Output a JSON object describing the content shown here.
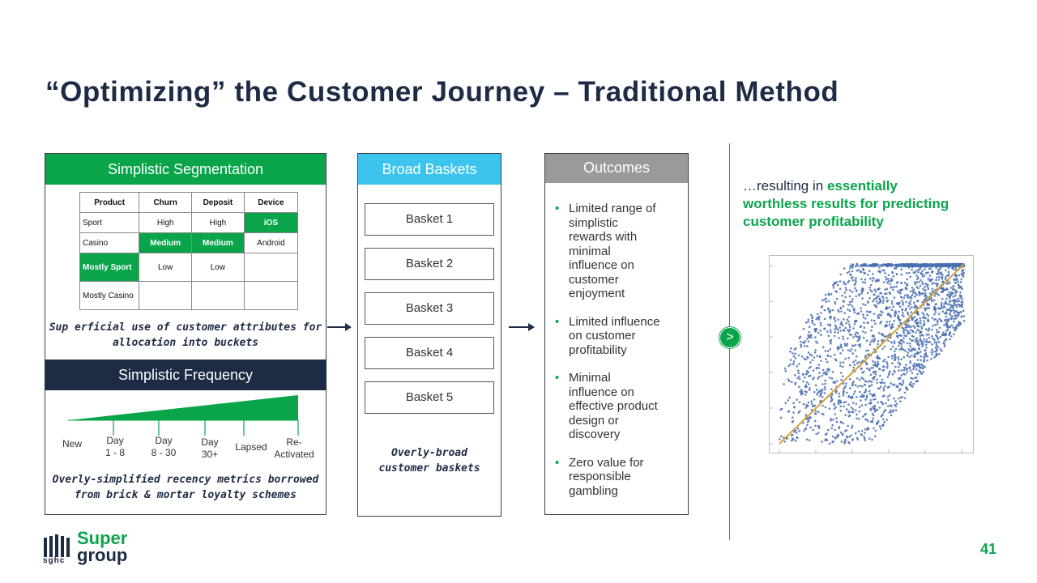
{
  "slide": {
    "title": "“Optimizing” the Customer Journey – Traditional Method",
    "page_number": "41"
  },
  "segmentation": {
    "header": "Simplistic Segmentation",
    "table": {
      "columns": [
        "Product",
        "Churn",
        "Deposit",
        "Device"
      ],
      "rows": [
        [
          "Sport",
          "High",
          "High",
          "iOS"
        ],
        [
          "Casino",
          "Medium",
          "Medium",
          "Android"
        ],
        [
          "Mostly Sport",
          "Low",
          "Low",
          ""
        ],
        [
          "Mostly Casino",
          "",
          "",
          ""
        ]
      ],
      "highlight_color": "#0aa54b"
    },
    "caption_line1": "Sup erficial use of customer attributes for",
    "caption_line2": "allocation into buckets"
  },
  "frequency": {
    "header": "Simplistic Frequency",
    "stages": {
      "new": "New",
      "day1_a": "Day",
      "day1_b": "1 - 8",
      "day8_a": "Day",
      "day8_b": "8 - 30",
      "day30_a": "Day",
      "day30_b": "30+",
      "lapsed": "Lapsed",
      "react_a": "Re-",
      "react_b": "Activated"
    },
    "caption_line1": "Overly-simplified recency metrics borrowed",
    "caption_line2": "from brick & mortar loyalty schemes"
  },
  "baskets": {
    "header": "Broad Baskets",
    "items": [
      "Basket 1",
      "Basket 2",
      "Basket 3",
      "Basket 4",
      "Basket 5"
    ],
    "caption_line1": "Overly-broad",
    "caption_line2": "customer baskets"
  },
  "outcomes": {
    "header": "Outcomes",
    "bullets": [
      [
        "Limited range of",
        "simplistic",
        "rewards with",
        "minimal",
        "influence on",
        "customer",
        "enjoyment"
      ],
      [
        "Limited influence",
        "on customer",
        "profitability"
      ],
      [
        "Minimal",
        "influence on",
        "effective product",
        "design or",
        "discovery"
      ],
      [
        "Zero value for",
        "responsible",
        "gambling"
      ]
    ]
  },
  "result": {
    "prefix": "…resulting in ",
    "emph1": "essentially",
    "emph2": "worthless results for predicting",
    "emph3": "customer profitability",
    "badge": ">"
  },
  "logo": {
    "mark_text": "sghc",
    "word1": "Super",
    "word2": "group"
  },
  "colors": {
    "navy": "#1d2b45",
    "green": "#0aa54b",
    "sky_blue": "#3cc4ed",
    "gray": "#9a9a9a",
    "scatter_point": "#4a6fb0",
    "trend_line": "#d4a23c"
  }
}
